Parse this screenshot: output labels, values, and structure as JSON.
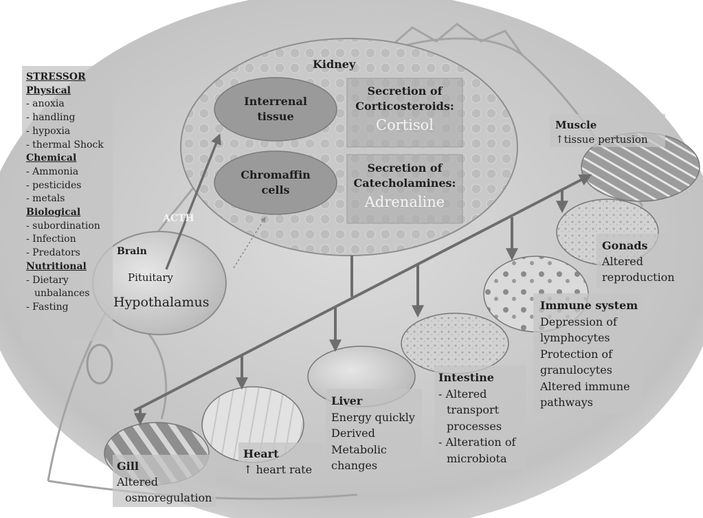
{
  "stressor": {
    "heading": "STRESSOR",
    "physical": {
      "title": "Physical",
      "items": [
        "- anoxia",
        "- handling",
        "- hypoxia",
        "- thermal Shock"
      ]
    },
    "chemical": {
      "title": "Chemical",
      "items": [
        "- Ammonia",
        "- pesticides",
        "- metals"
      ]
    },
    "biological": {
      "title": "Biological",
      "items": [
        "- subordination",
        "- Infection",
        "- Predators"
      ]
    },
    "nutritional": {
      "title": "Nutritional",
      "items": [
        "- Dietary",
        "unbalances",
        "- Fasting"
      ]
    }
  },
  "kidney": {
    "title": "Kidney",
    "interrenal": [
      "Interrenal",
      "tissue"
    ],
    "chromaffin": [
      "Chromaffin",
      "cells"
    ],
    "corticosteroids": {
      "lines": [
        "Secretion of",
        "Corticosteroids:"
      ],
      "hormone": "Cortisol"
    },
    "catecholamines": {
      "lines": [
        "Secretion of",
        "Catecholamines:"
      ],
      "hormone": "Adrenaline"
    }
  },
  "acth": "ACTH",
  "brain": {
    "title": "Brain",
    "pituitary": "Pituitary",
    "hypothalamus": "Hypothalamus"
  },
  "muscle": {
    "title": "Muscle",
    "text": "↑tissue pertusion"
  },
  "gonads": {
    "title": "Gonads",
    "lines": [
      "Altered",
      "reproduction"
    ]
  },
  "immune": {
    "title": "Immune system",
    "lines": [
      "Depression of",
      "lymphocytes",
      "Protection of",
      "granulocytes",
      "Altered immune",
      "pathways"
    ]
  },
  "intestine": {
    "title": "Intestine",
    "lines": [
      "- Altered",
      "transport",
      "processes",
      "- Alteration of",
      "microbiota"
    ]
  },
  "liver": {
    "title": "Liver",
    "lines": [
      "Energy quickly",
      "Derived",
      "Metabolic",
      "changes"
    ]
  },
  "heart": {
    "title": "Heart",
    "text": "↑ heart rate"
  },
  "gill": {
    "title": "Gill",
    "lines": [
      "Altered",
      "osmoregulation"
    ]
  },
  "colors": {
    "arrow": "#6d6d6d",
    "ellipse": "#9a9a9a",
    "label_box": "#c4c4c4"
  }
}
